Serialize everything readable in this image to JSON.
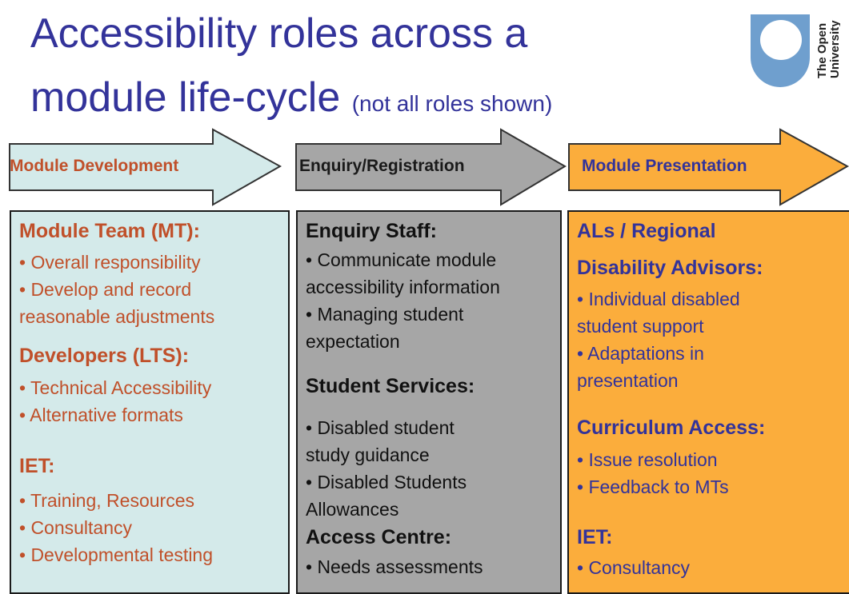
{
  "title": {
    "line1": "Accessibility roles across a",
    "line2": "module life-cycle",
    "subtitle": "(not all roles shown)"
  },
  "logo": {
    "line1": "The Open",
    "line2": "University"
  },
  "stages": [
    {
      "label": "Module Development",
      "color": "#d4eaea"
    },
    {
      "label": "Enquiry/Registration",
      "color": "#a6a6a6"
    },
    {
      "label": "Module Presentation",
      "color": "#fbad3c"
    }
  ],
  "columns": [
    {
      "text_color": "#c0502a",
      "lines": [
        "Module  Team (MT):",
        "• Overall responsibility",
        "• Develop and record",
        "reasonable adjustments",
        "Developers  (LTS):",
        "• Technical Accessibility",
        "• Alternative  formats",
        "IET:",
        "• Training,  Resources",
        "• Consultancy",
        "• Developmental testing"
      ]
    },
    {
      "text_color": "#111111",
      "lines": [
        "Enquiry  Staff:",
        "• Communicate module",
        "accessibility information",
        "• Managing  student",
        "expectation",
        "Student  Services:",
        "• Disabled student",
        "study guidance",
        "• Disabled Students",
        "Allowances",
        "Access Centre:",
        "• Needs assessments"
      ]
    },
    {
      "text_color": "#33339a",
      "lines": [
        "ALs  / Regional",
        "Disability  Advisors:",
        "• Individual  disabled",
        "student support",
        "• Adaptations  in",
        "presentation",
        "Curriculum  Access:",
        "• Issue resolution",
        "• Feedback to MTs",
        "IET:",
        "• Consultancy"
      ]
    }
  ]
}
